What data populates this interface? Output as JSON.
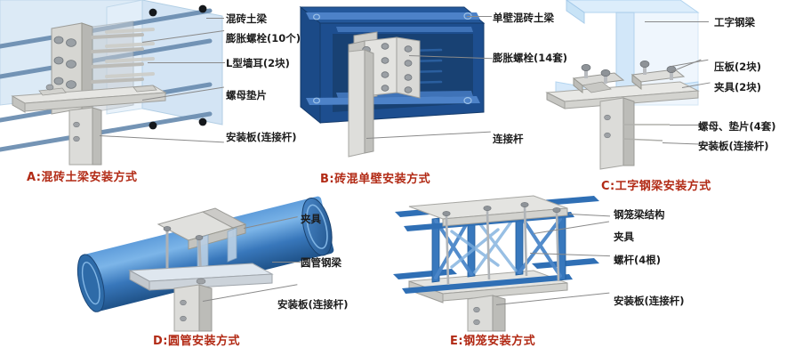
{
  "figure": {
    "title": "安装方式示意图",
    "panel_count": 5
  },
  "colors": {
    "caption_red": "#b22a15",
    "label_black": "#1c1c1c",
    "leader_gray": "#8a8a8a",
    "concrete_light_blue": "#cfe2f3",
    "concrete_edge": "#9fc2e0",
    "rebar_blue": "#5c7fa3",
    "wall_dark_blue": "#1d4e8f",
    "wall_dark_blue_shade": "#17406f",
    "wall_rebar_blue": "#3f73b8",
    "ibeam_blue": "#cfe4f7",
    "pipe_blue": "#3f86c8",
    "pipe_blue_dark": "#1f5c96",
    "pipe_blue_light": "#73aede",
    "truss_blue": "#2f6fb5",
    "truss_blue_light": "#5f9add",
    "metal_light": "#e2e2e0",
    "metal_mid": "#c9c9c6",
    "metal_dark": "#a8a8a5",
    "bolt_gray": "#8e9296"
  },
  "panels": [
    {
      "id": "A",
      "caption": "A:混砖土梁安装方式",
      "labels": [
        {
          "key": "beam",
          "text": "混砖土梁"
        },
        {
          "key": "bolts",
          "text": "膨胀螺栓(10个)"
        },
        {
          "key": "wall_ear",
          "text": "L型墙耳(2块)"
        },
        {
          "key": "nut_washer",
          "text": "螺母垫片"
        },
        {
          "key": "mount_plate",
          "text": "安装板(连接杆)"
        }
      ]
    },
    {
      "id": "B",
      "caption": "B:砖混单壁安装方式",
      "labels": [
        {
          "key": "wall",
          "text": "单壁混砖土梁"
        },
        {
          "key": "bolts",
          "text": "膨胀螺栓(14套)"
        },
        {
          "key": "connect_rod",
          "text": "连接杆"
        }
      ]
    },
    {
      "id": "C",
      "caption": "C:工字钢梁安装方式",
      "labels": [
        {
          "key": "ibeam",
          "text": "工字钢梁"
        },
        {
          "key": "press_plate",
          "text": "压板(2块)"
        },
        {
          "key": "clamp",
          "text": "夹具(2块)"
        },
        {
          "key": "nut_washer",
          "text": "螺母、垫片(4套)"
        },
        {
          "key": "mount_plate",
          "text": "安装板(连接杆)"
        }
      ]
    },
    {
      "id": "D",
      "caption": "D:圆管安装方式",
      "labels": [
        {
          "key": "clamp",
          "text": "夹具"
        },
        {
          "key": "pipe",
          "text": "圆管钢梁"
        },
        {
          "key": "mount_plate",
          "text": "安装板(连接杆)"
        }
      ]
    },
    {
      "id": "E",
      "caption": "E:钢笼安装方式",
      "labels": [
        {
          "key": "cage",
          "text": "钢笼梁结构"
        },
        {
          "key": "clamp",
          "text": "夹具"
        },
        {
          "key": "screw_rod",
          "text": "螺杆(4根)"
        },
        {
          "key": "mount_plate",
          "text": "安装板(连接杆)"
        }
      ]
    }
  ]
}
